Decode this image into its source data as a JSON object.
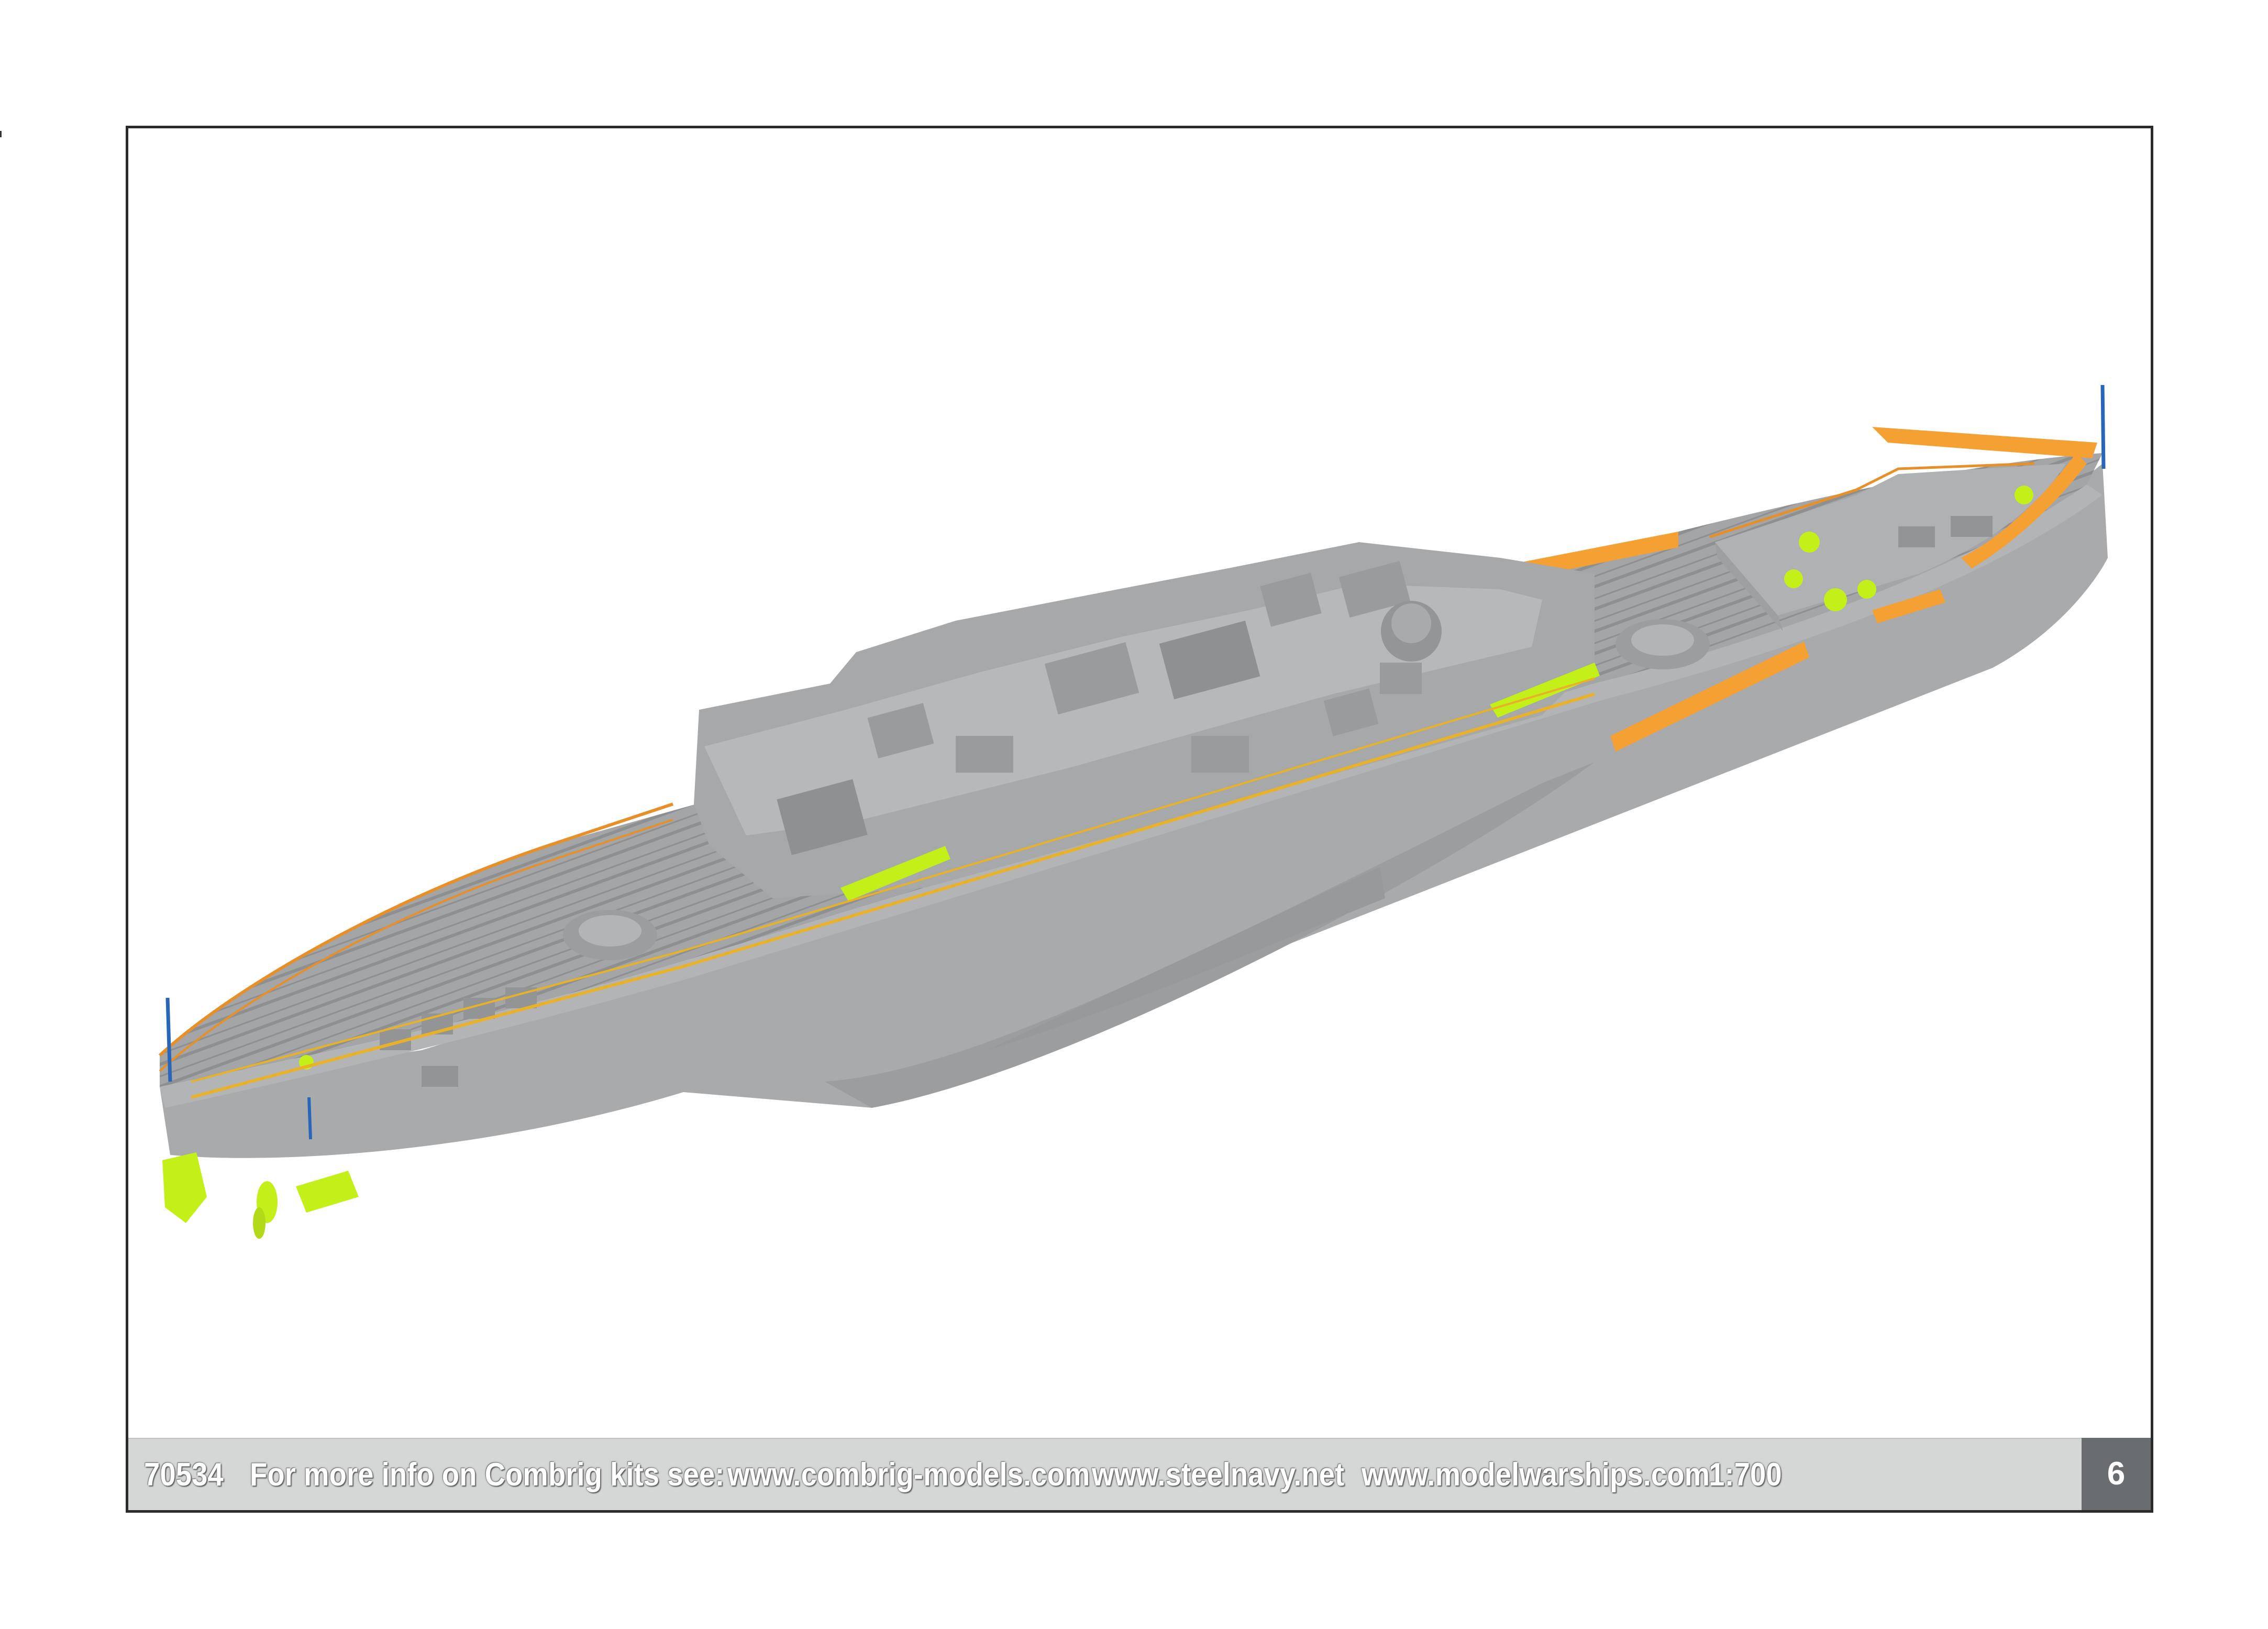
{
  "footer": {
    "kit_number": "70534",
    "info_text": "For more info on Combrig kits see:",
    "url_combrig": "www.combrig-models.com",
    "url_steelnavy": "www.steelnavy.net",
    "url_modelwarships": "www.modelwarships.com",
    "scale": "1:700",
    "page_number": "6"
  },
  "colors": {
    "hull_grey": "#a9aaac",
    "deck_grey": "#b3b4b6",
    "highlight_orange": "#f5a033",
    "highlight_green": "#c3f019",
    "mast_blue": "#2766b8",
    "footer_bar": "#d4d7d6",
    "page_number_box": "#6a6d70"
  }
}
